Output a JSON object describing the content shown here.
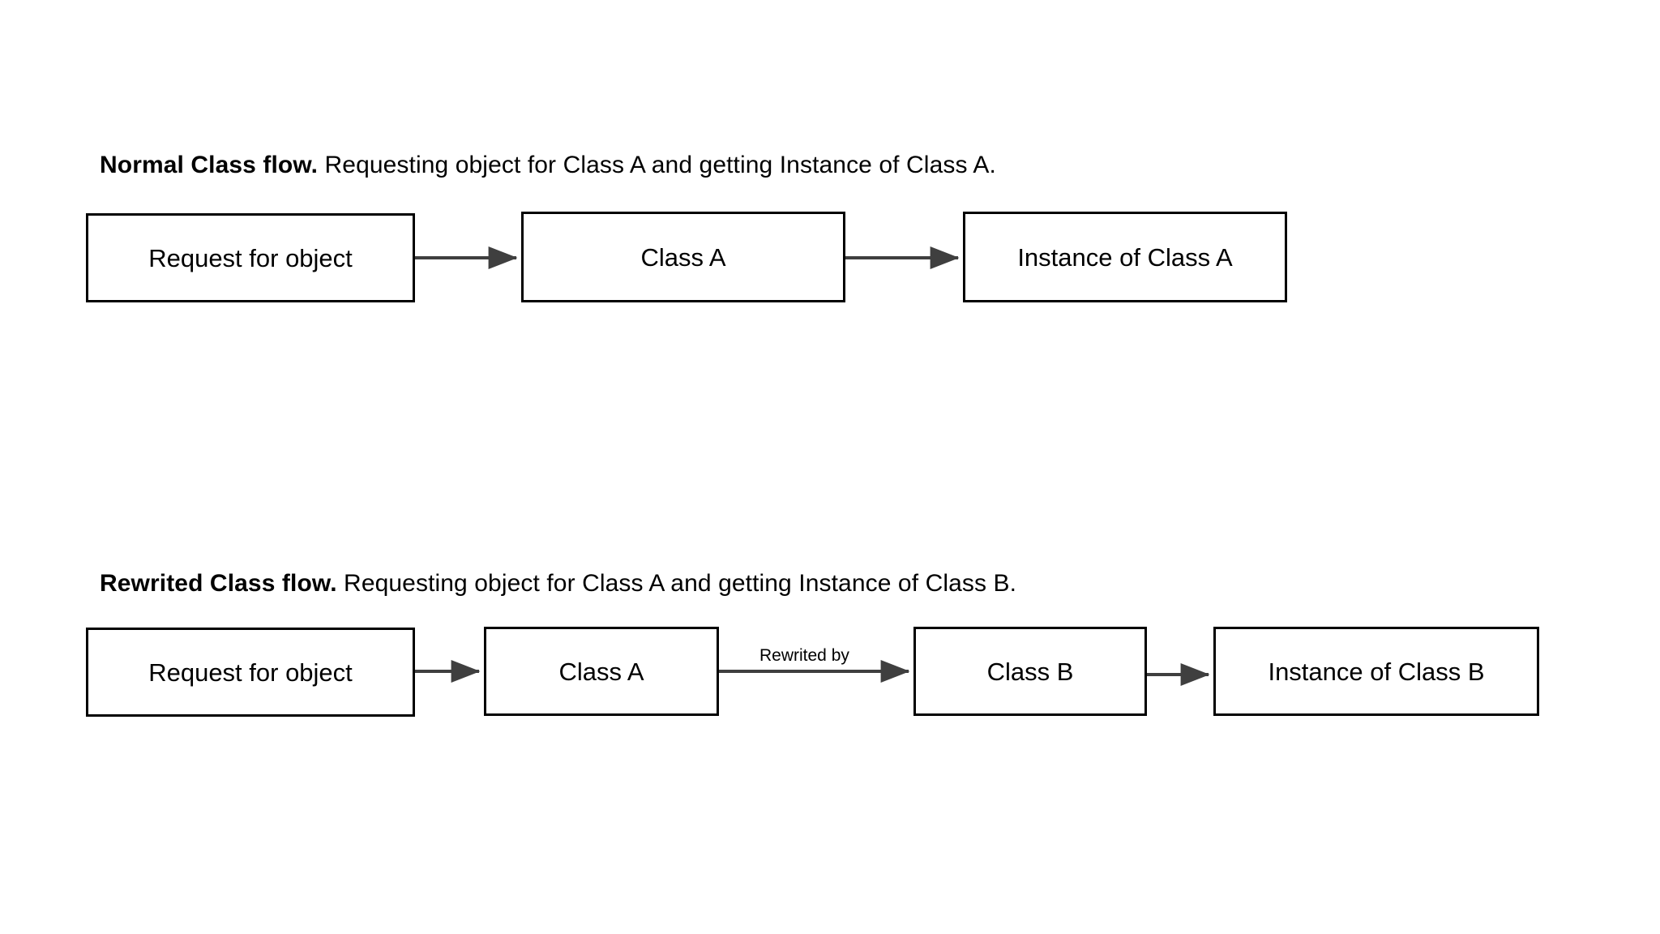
{
  "diagram": {
    "title_visible": false,
    "background_color": "#ffffff",
    "stroke_color": "#000000",
    "arrow_color": "#3f3f3f",
    "sections": [
      {
        "id": "normal-class-flow",
        "caption_lead": "Normal Class flow.",
        "caption_rest": " Requesting object for Class A and getting Instance of Class A.",
        "nodes": [
          {
            "id": "r1-request",
            "label": "Request for object"
          },
          {
            "id": "r1-classa",
            "label": "Class A"
          },
          {
            "id": "r1-instance",
            "label": "Instance of Class A"
          }
        ],
        "edges": [
          {
            "from": "r1-request",
            "to": "r1-classa",
            "label": ""
          },
          {
            "from": "r1-classa",
            "to": "r1-instance",
            "label": ""
          }
        ]
      },
      {
        "id": "rewrited-class-flow",
        "caption_lead": "Rewrited Class flow.",
        "caption_rest": " Requesting object for Class A and getting Instance of Class B.",
        "nodes": [
          {
            "id": "r2-request",
            "label": "Request for object"
          },
          {
            "id": "r2-classa",
            "label": "Class A"
          },
          {
            "id": "r2-classb",
            "label": "Class B"
          },
          {
            "id": "r2-instance",
            "label": "Instance of Class B"
          }
        ],
        "edges": [
          {
            "from": "r2-request",
            "to": "r2-classa",
            "label": ""
          },
          {
            "from": "r2-classa",
            "to": "r2-classb",
            "label": "Rewrited by"
          },
          {
            "from": "r2-classb",
            "to": "r2-instance",
            "label": ""
          }
        ]
      }
    ]
  }
}
